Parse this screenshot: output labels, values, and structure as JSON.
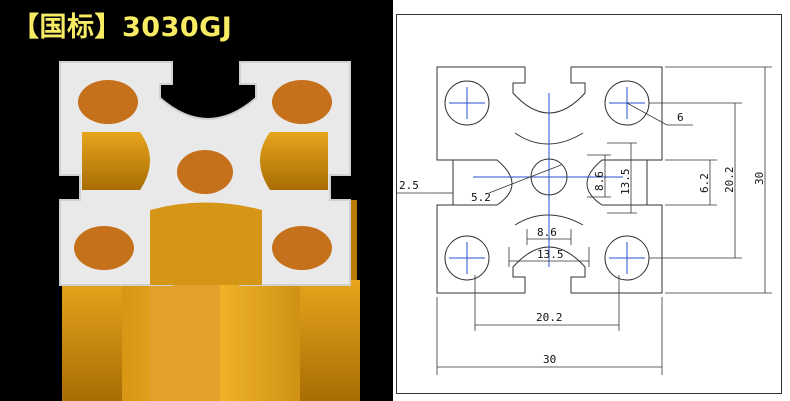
{
  "title": "【国标】3030GJ",
  "colors": {
    "title_color": "#f7ec63",
    "profile_gold": "#d99a10",
    "profile_face": "#e9e9e9",
    "profile_shadow": "#c9c9c9",
    "bore_color": "#c5701b",
    "outline_color": "#333333",
    "centerline_color": "#2a4fcf"
  },
  "icons": {
    "photo": "aluminium-profile-photo",
    "drawing": "cross-section-drawing"
  },
  "drawing": {
    "dim_overall_width": "30",
    "dim_overall_height": "30",
    "dim_hole_pitch_h": "20.2",
    "dim_hole_pitch_v": "20.2",
    "dim_radius": "6",
    "dim_slot_wall": "2.5",
    "dim_center_bore": "5.2",
    "dim_inner_h": "8.6",
    "dim_outer_h": "13.5",
    "dim_inner_v": "8.6",
    "dim_outer_v": "13.5",
    "dim_slot_gap": "6.2"
  }
}
